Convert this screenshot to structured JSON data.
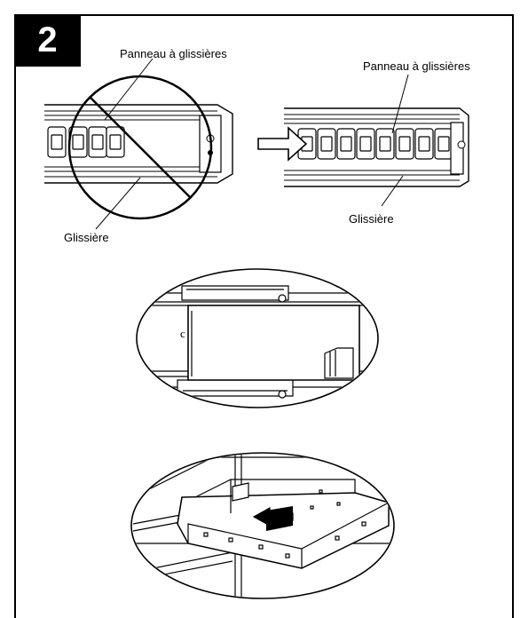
{
  "step": {
    "number": "2"
  },
  "labels": {
    "wrong_panel": "Panneau à glissières",
    "wrong_slide": "Glissière",
    "right_panel": "Panneau à glissières",
    "right_slide": "Glissière"
  },
  "icons": {
    "prohibited": "prohibition-circle-icon",
    "insert_arrow": "right-arrow-icon"
  }
}
